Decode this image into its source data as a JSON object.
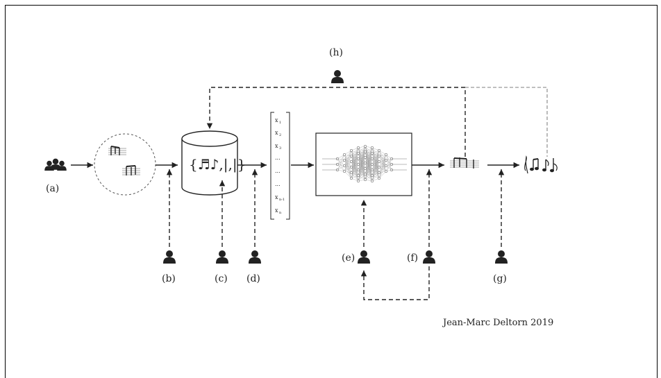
{
  "labels": {
    "a": "(a)",
    "b": "(b)",
    "c": "(c)",
    "d": "(d)",
    "e": "(e)",
    "f": "(f)",
    "g": "(g)",
    "h": "(h)"
  },
  "vector": {
    "items": [
      "x",
      "x",
      "x",
      "...",
      "...",
      "...",
      "x",
      "x"
    ],
    "subs": [
      "1",
      "2",
      "3",
      "",
      "",
      "",
      "n-1",
      "n"
    ]
  },
  "database_text": "{♬♪,|,|}",
  "credit": "Jean-Marc Deltorn 2019",
  "icons": {
    "person": "person-icon",
    "group": "user-group-icon",
    "score": "music-score-icon",
    "database": "database-icon",
    "network": "neural-network-icon"
  }
}
